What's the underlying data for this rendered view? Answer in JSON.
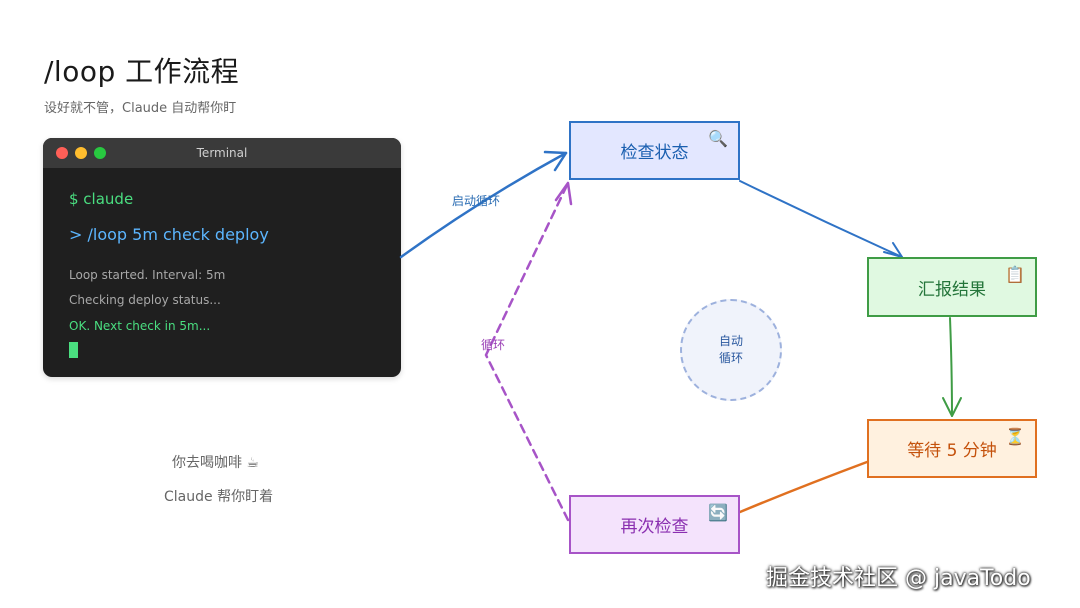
{
  "header": {
    "title": "/loop 工作流程",
    "subtitle": "设好就不管，Claude 自动帮你盯"
  },
  "terminal": {
    "title": "Terminal",
    "lines": [
      "$ claude",
      "> /loop 5m check deploy",
      "Loop started. Interval: 5m",
      "Checking deploy status...",
      "OK. Next check in 5m..."
    ]
  },
  "notes": {
    "coffee": "你去喝咖啡 ☕",
    "watch": "Claude 帮你盯着"
  },
  "nodes": {
    "check": {
      "label": "检查状态",
      "icon": "🔍",
      "icon_name": "magnifier-icon"
    },
    "report": {
      "label": "汇报结果",
      "icon": "📋",
      "icon_name": "clipboard-icon"
    },
    "wait": {
      "label": "等待 5 分钟",
      "icon": "⏳",
      "icon_name": "hourglass-icon"
    },
    "recheck": {
      "label": "再次检查",
      "icon": "🔄",
      "icon_name": "refresh-icon"
    }
  },
  "center": {
    "line1": "自动",
    "line2": "循环"
  },
  "edges": {
    "start_label": "启动循环",
    "loop_label": "循环"
  },
  "colors": {
    "blue": "#2f73c6",
    "green": "#3f9c45",
    "orange": "#e07020",
    "purple": "#a754c7"
  },
  "watermark": "掘金技术社区 @ javaTodo"
}
